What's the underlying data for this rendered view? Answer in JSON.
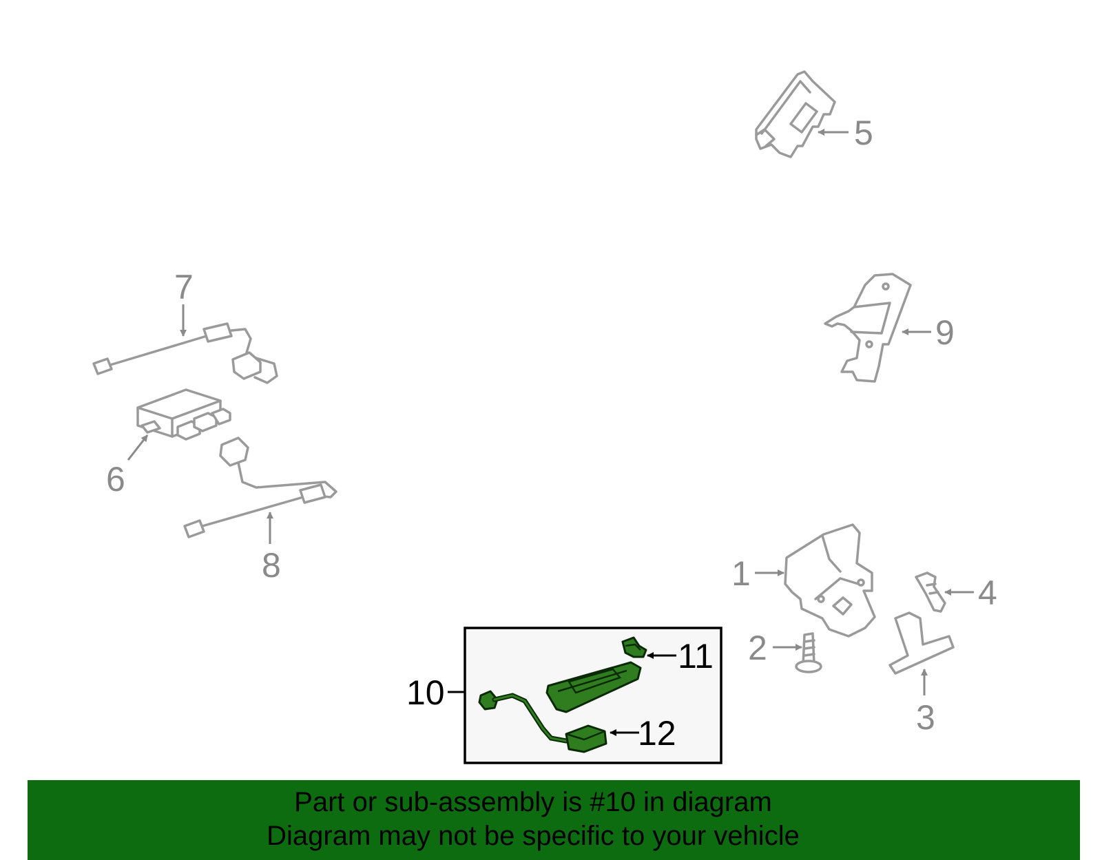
{
  "callouts": {
    "c1": "1",
    "c2": "2",
    "c3": "3",
    "c4": "4",
    "c5": "5",
    "c6": "6",
    "c7": "7",
    "c8": "8",
    "c9": "9",
    "c10": "10",
    "c11": "11",
    "c12": "12"
  },
  "banner": {
    "line1": "Part or sub-assembly is #10 in diagram",
    "line2": "Diagram may not be specific to your vehicle"
  },
  "colors": {
    "banner": "#0d6b10",
    "highlight_part": "#2f7d1f",
    "grey_part": "#9a9a9a"
  }
}
